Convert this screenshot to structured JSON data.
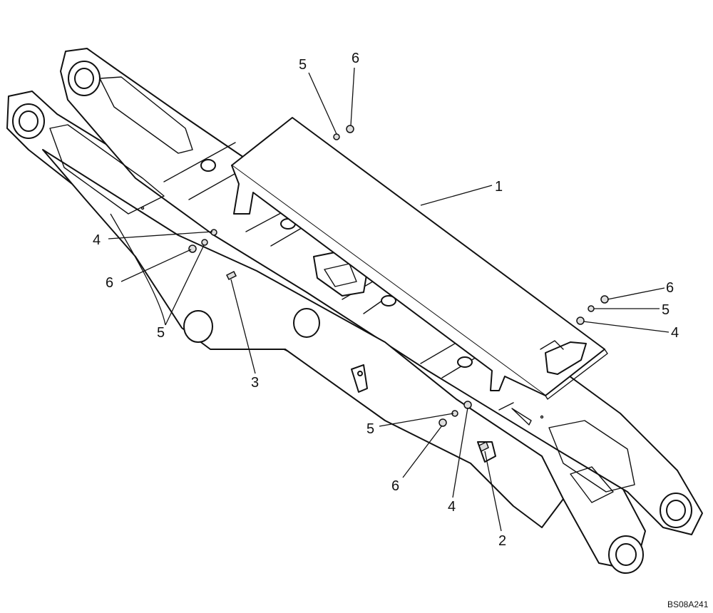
{
  "diagram": {
    "reference_code": "BS08A241",
    "callouts": [
      {
        "label": "1"
      },
      {
        "label": "2"
      },
      {
        "label": "3"
      },
      {
        "label": "4"
      },
      {
        "label": "4"
      },
      {
        "label": "4"
      },
      {
        "label": "5"
      },
      {
        "label": "5"
      },
      {
        "label": "5"
      },
      {
        "label": "5"
      },
      {
        "label": "6"
      },
      {
        "label": "6"
      },
      {
        "label": "6"
      },
      {
        "label": "6"
      }
    ]
  }
}
